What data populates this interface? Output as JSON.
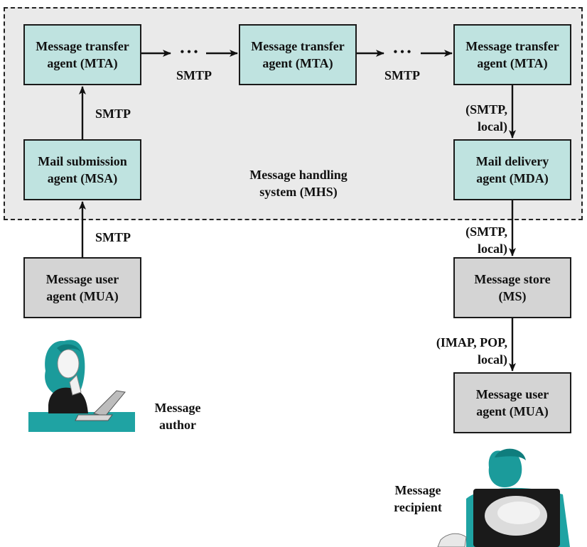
{
  "mhs_label": "Message handling\nsystem (MHS)",
  "boxes": {
    "mta1": "Message transfer\nagent (MTA)",
    "mta2": "Message transfer\nagent (MTA)",
    "mta3": "Message transfer\nagent (MTA)",
    "msa": "Mail submission\nagent (MSA)",
    "mda": "Mail delivery\nagent (MDA)",
    "mua_author": "Message user\nagent (MUA)",
    "ms": "Message store\n(MS)",
    "mua_recipient": "Message user\nagent (MUA)"
  },
  "edge_labels": {
    "mta1_mta2": "SMTP",
    "mta2_mta3": "SMTP",
    "msa_mta1": "SMTP",
    "mua_msa": "SMTP",
    "mta3_mda": "(SMTP,\nlocal)",
    "mda_ms": "(SMTP,\nlocal)",
    "ms_mua": "(IMAP, POP,\nlocal)"
  },
  "ellipsis": "• • •",
  "author_label": "Message\nauthor",
  "recipient_label": "Message\nrecipient",
  "colors": {
    "teal": "#bfe3e0",
    "gray": "#d4d4d4",
    "mhs_bg": "#eaeaea"
  }
}
